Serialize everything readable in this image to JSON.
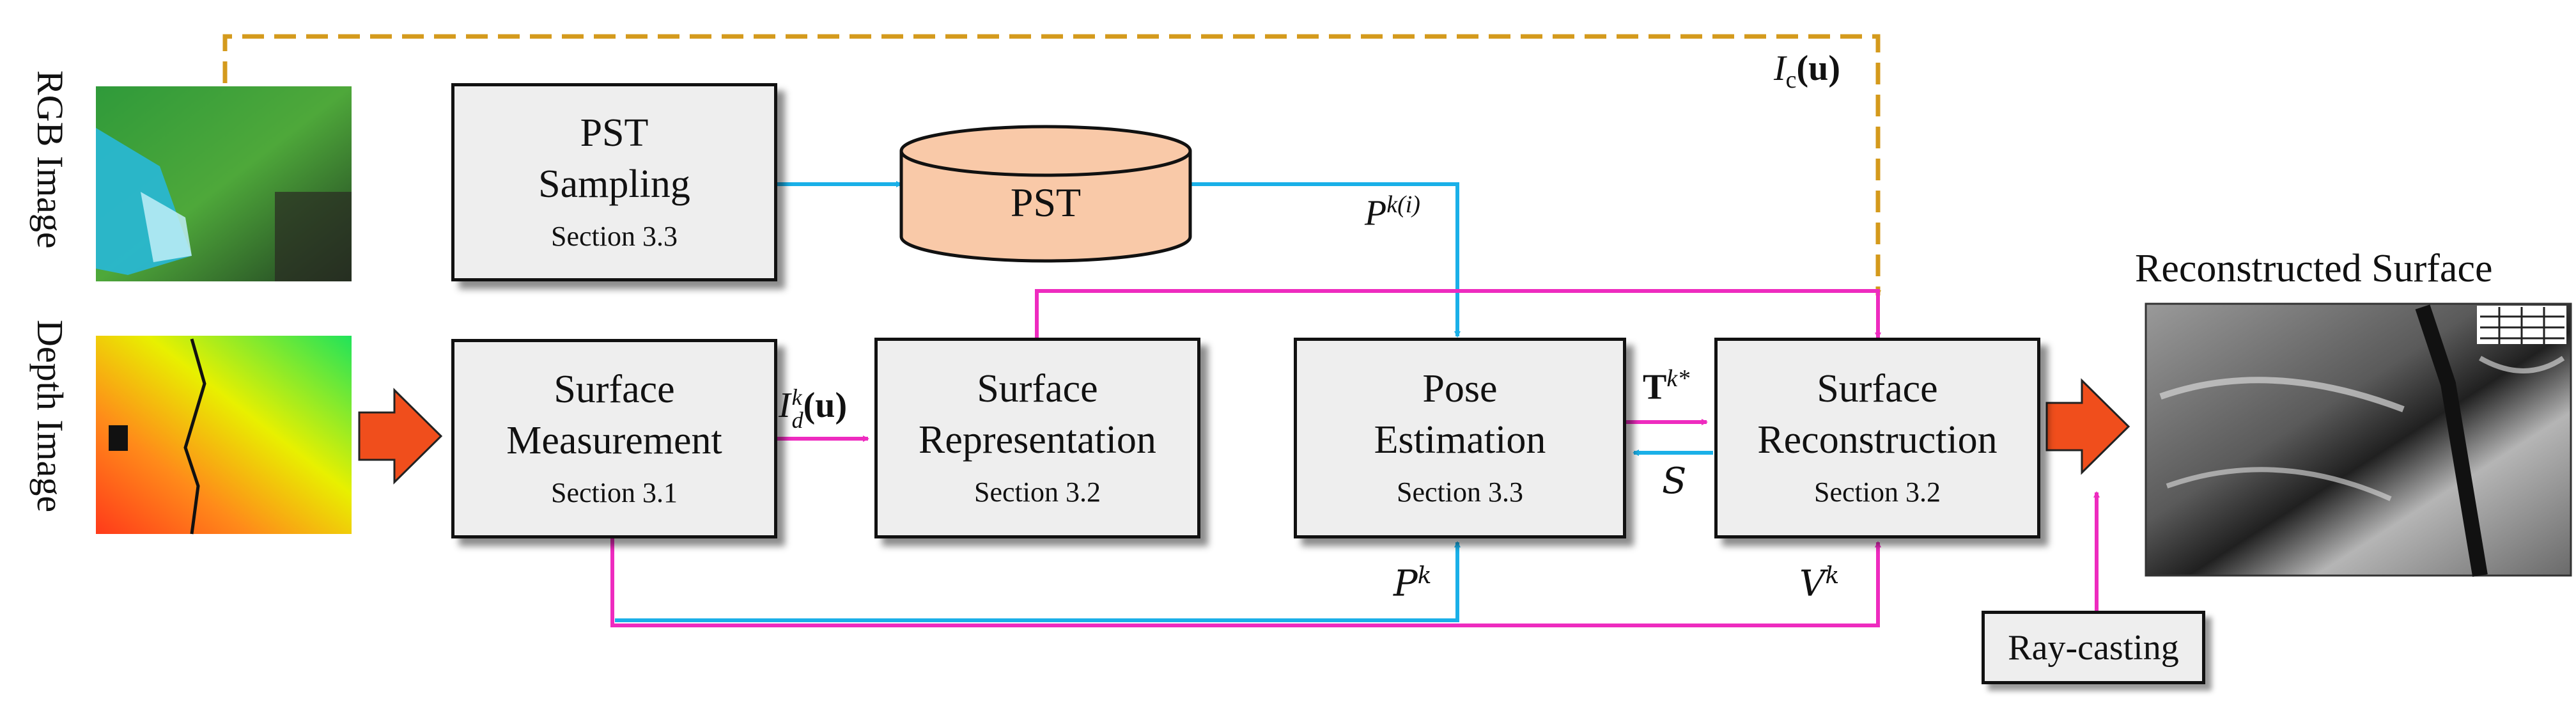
{
  "inputs": {
    "rgb_label": "RGB Image",
    "depth_label": "Depth Image"
  },
  "boxes": {
    "pst_sampling": {
      "title_line1": "PST",
      "title_line2": "Sampling",
      "section": "Section 3.3"
    },
    "surface_measurement": {
      "title_line1": "Surface",
      "title_line2": "Measurement",
      "section": "Section 3.1"
    },
    "surface_representation": {
      "title_line1": "Surface",
      "title_line2": "Representation",
      "section": "Section 3.2"
    },
    "pose_estimation": {
      "title_line1": "Pose",
      "title_line2": "Estimation",
      "section": "Section 3.3"
    },
    "surface_reconstruction": {
      "title_line1": "Surface",
      "title_line2": "Reconstruction",
      "section": "Section 3.2"
    },
    "ray_casting": {
      "title": "Ray-casting"
    }
  },
  "database": {
    "label": "PST"
  },
  "output": {
    "title": "Reconstructed  Surface"
  },
  "edge_labels": {
    "color_image": {
      "symbol": "I",
      "sub": "c",
      "arg": "(u)"
    },
    "pst_points": {
      "symbol": "P",
      "sup": "k(i)"
    },
    "depth_map": {
      "symbol": "I",
      "sub": "d",
      "sup": "k",
      "arg": "(u)"
    },
    "transform": {
      "symbol": "T",
      "sup": "k*"
    },
    "surface_set": {
      "symbol": "S"
    },
    "point_cloud": {
      "symbol": "P",
      "sup": "k"
    },
    "vertex_map": {
      "symbol": "V",
      "sup": "k"
    }
  },
  "colors": {
    "cyan_flow": "#1ab0e8",
    "magenta_flow": "#ee2bbf",
    "orange_dashed": "#d49a1c",
    "big_arrow": "#f04e1c",
    "database_fill": "#f9c9a8",
    "box_fill": "#eeeeee"
  }
}
